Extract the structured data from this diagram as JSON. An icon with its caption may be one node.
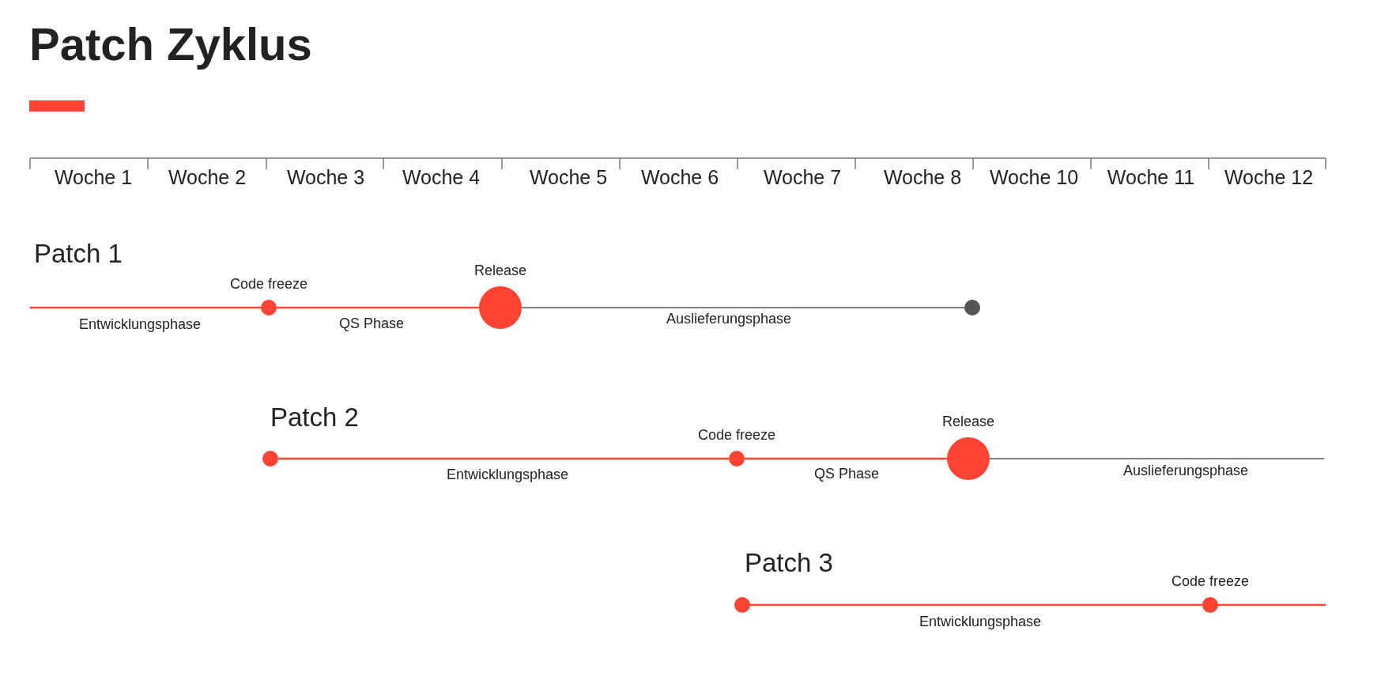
{
  "diagram": {
    "title": "Patch Zyklus",
    "nodes": [
      {
        "text": [
          "Code freeze"
        ]
      },
      {
        "text": [
          "Release"
        ]
      },
      {
        "text": [],
        "shape": "circle"
      },
      {
        "text": [],
        "shape": "circle"
      },
      {
        "text": [
          "Code freeze"
        ]
      },
      {
        "text": [
          "Release"
        ]
      },
      {
        "text": [],
        "shape": "circle"
      },
      {
        "text": [
          "Code freeze"
        ]
      }
    ],
    "edges": [
      {
        "from": null,
        "to": 0,
        "arrow": "none",
        "label": "Entwicklungsphase"
      },
      {
        "from": 0,
        "to": 1,
        "arrow": "none",
        "label": "QS Phase"
      },
      {
        "from": 1,
        "to": 2,
        "arrow": "none",
        "label": "Auslieferungsphase",
        "color": "#555555"
      },
      {
        "from": 3,
        "to": 4,
        "arrow": "none",
        "label": "Entwicklungsphase"
      },
      {
        "from": 4,
        "to": 5,
        "arrow": "none",
        "label": "QS Phase"
      },
      {
        "from": 5,
        "to": null,
        "arrow": "none",
        "label": "Auslieferungsphase",
        "color": "#555555"
      },
      {
        "from": 6,
        "to": 7,
        "arrow": "none",
        "label": "Entwicklungsphase"
      },
      {
        "from": 7,
        "to": null,
        "arrow": "none"
      }
    ],
    "labels": [
      "Woche 1",
      "Woche 2",
      "Woche 3",
      "Woche 4",
      "Woche 5",
      "Woche 6",
      "Woche 7",
      "Woche 8",
      "Woche 10",
      "Woche 11",
      "Woche 12",
      "Patch 1",
      "Patch 2",
      "Patch 3"
    ]
  }
}
